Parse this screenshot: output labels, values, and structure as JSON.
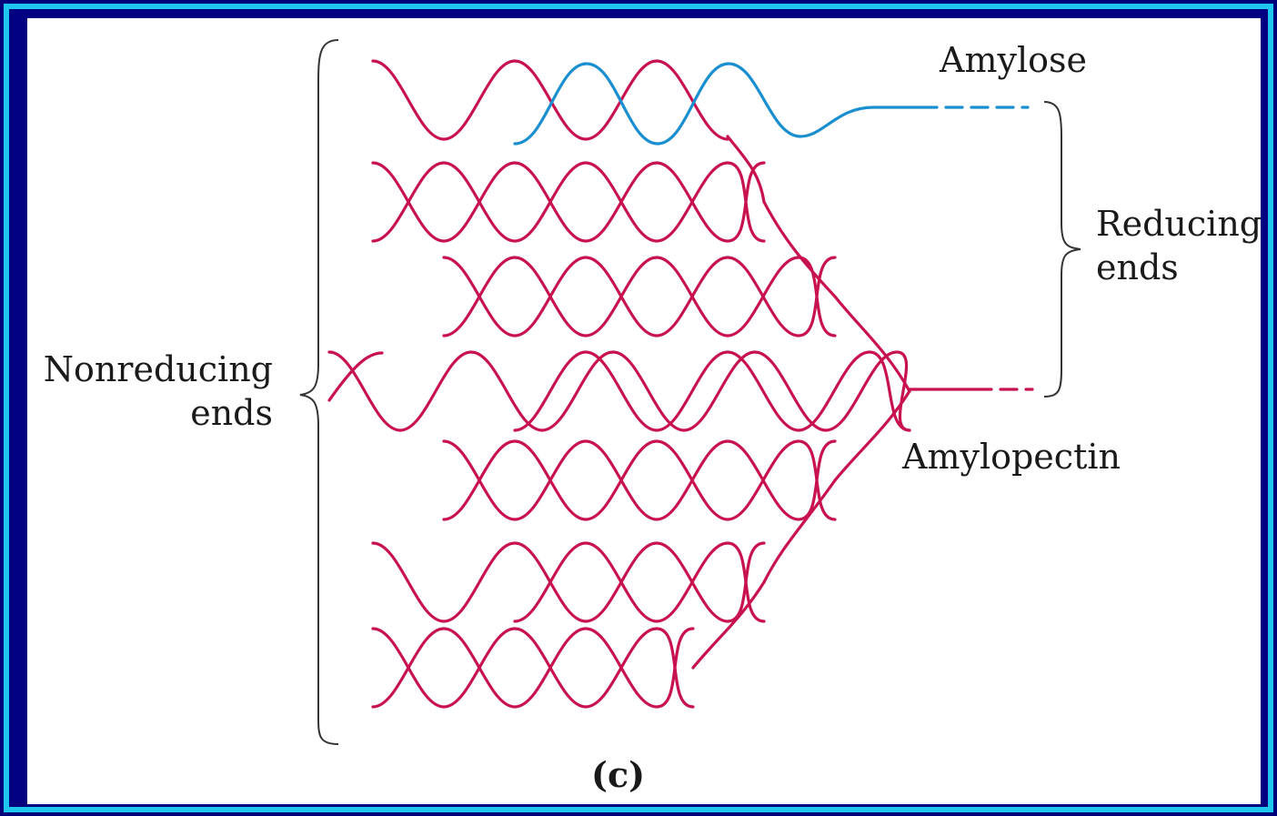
{
  "labels": {
    "amylose": "Amylose",
    "reducing_ends_line1": "Reducing",
    "reducing_ends_line2": "ends",
    "nonreducing_line1": "Nonreducing",
    "nonreducing_line2": "ends",
    "amylopectin": "Amylopectin",
    "panel_label": "(c)"
  },
  "colors": {
    "amylopectin_strand": "#c8124e",
    "amylose_strand": "#1a8fd0",
    "bracket": "#333333",
    "outer_border": "#1fc7ef",
    "background": "#000080"
  }
}
